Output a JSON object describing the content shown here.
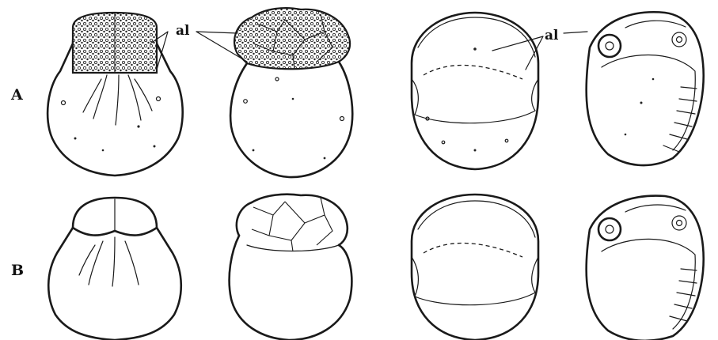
{
  "rows": [
    {
      "label": "A"
    },
    {
      "label": "B"
    }
  ],
  "annotations": {
    "al_left": "al",
    "al_right": "al"
  }
}
